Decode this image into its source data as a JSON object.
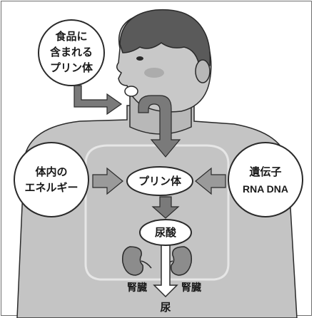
{
  "bubbles": {
    "food": {
      "line1": "食品に",
      "line2": "含まれる",
      "line3": "プリン体"
    },
    "body": {
      "line1": "体内の",
      "line2": "エネルギー"
    },
    "genes": {
      "line1": "遺伝子",
      "line2": "RNA DNA"
    }
  },
  "center": {
    "purine": "プリン体",
    "uric_acid": "尿酸"
  },
  "kidneys": {
    "left": "腎臓",
    "right": "腎臓"
  },
  "output": {
    "urine": "尿"
  },
  "colors": {
    "skin": "#c4c4c4",
    "skin_shadow": "#a8a8a8",
    "hair": "#5a5a5a",
    "arrow": "#7a7a7a",
    "kidney": "#8c8c8c",
    "outline": "#2a2a2a"
  }
}
